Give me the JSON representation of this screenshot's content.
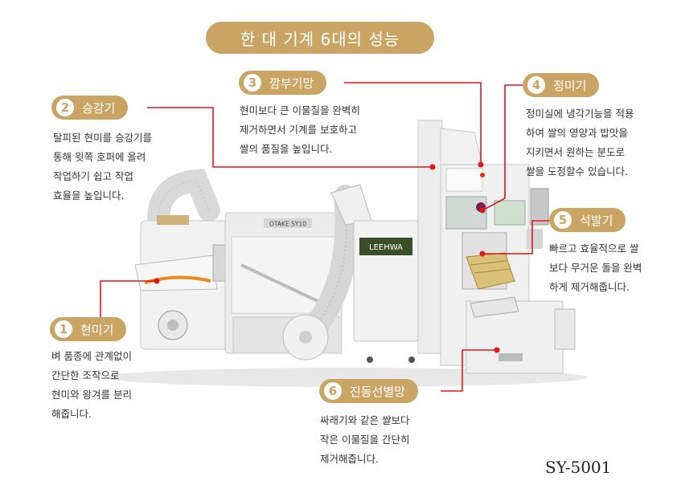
{
  "header": {
    "title": "한 대 기계 6대의 성능"
  },
  "features": [
    {
      "number": "1",
      "label": "현미기",
      "description": "벼 품종에 관계없이\n간단한 조작으로\n현미와 왕겨를 분리\n해줍니다."
    },
    {
      "number": "2",
      "label": "승강기",
      "description": "탈피된 현미를 승강기를\n통해 윗쪽 호퍼에 올려\n작업하기 쉽고 작업\n효율을 높입니다."
    },
    {
      "number": "3",
      "label": "깜부기망",
      "description": "현미보다 큰 이물질을 완벽히\n제거하면서 기계를 보호하고\n쌀의 품질을 높입니다."
    },
    {
      "number": "4",
      "label": "정미기",
      "description": "정미실에 냉각기능을 적용\n하여 쌀의 영양과 밥맛을\n지키면서 원하는 분도로\n쌀을 도정할수 있습니다."
    },
    {
      "number": "5",
      "label": "석발기",
      "description": "빠르고 효율적으로 쌀\n보다 무거운 돌을 완벽\n하게 제거해줍니다."
    },
    {
      "number": "6",
      "label": "진동선별망",
      "description": "싸래기와 같은 쌀보다\n작은 이물질을 간단히\n제거해줍니다."
    }
  ],
  "machine": {
    "brand_badge": "LEEHWA",
    "model_plate": "OTAKE SY10"
  },
  "model_name": "SY-5001",
  "colors": {
    "accent_gold": "#c9a463",
    "leader_red": "#e0161b"
  }
}
